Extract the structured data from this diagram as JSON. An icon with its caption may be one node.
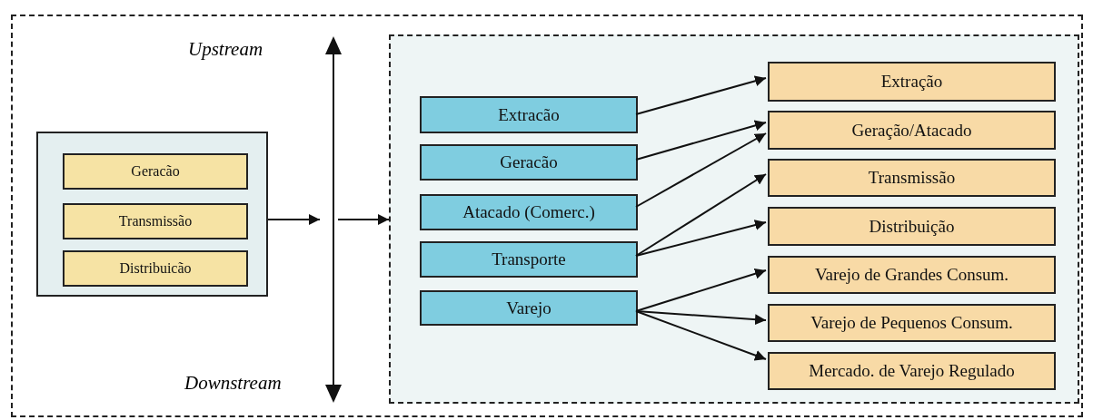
{
  "diagram": {
    "nodes": [
      {
        "text": [],
        "shape": "box"
      },
      {
        "text": [
          "Geracão"
        ],
        "in": 0
      },
      {
        "text": [
          "Transmissão"
        ],
        "in": 0
      },
      {
        "text": [
          "Distribuicão"
        ],
        "in": 0
      },
      {
        "text": [],
        "shape": "box"
      },
      {
        "text": [
          "Extracão"
        ],
        "in": 4
      },
      {
        "text": [
          "Geracão"
        ],
        "in": 4
      },
      {
        "text": [
          "Atacado (Comerc.)"
        ],
        "in": 4
      },
      {
        "text": [
          "Transporte"
        ],
        "in": 4
      },
      {
        "text": [
          "Varejo"
        ],
        "in": 4
      },
      {
        "text": [
          "Extração"
        ],
        "in": 4
      },
      {
        "text": [
          "Geração/Atacado"
        ],
        "in": 4
      },
      {
        "text": [
          "Transmissão"
        ],
        "in": 4
      },
      {
        "text": [
          "Distribuição"
        ],
        "in": 4
      },
      {
        "text": [
          "Varejo de Grandes Consum."
        ],
        "in": 4
      },
      {
        "text": [
          "Varejo de Pequenos Consum."
        ],
        "in": 4
      },
      {
        "text": [
          "Mercado. de Varejo Regulado"
        ],
        "in": 4
      }
    ],
    "edges": [
      {
        "from": 0,
        "to": null,
        "arrow": "to"
      },
      {
        "from": null,
        "to": 4,
        "arrow": "to"
      },
      {
        "from": 5,
        "to": 10,
        "arrow": "to"
      },
      {
        "from": 6,
        "to": 11,
        "arrow": "to"
      },
      {
        "from": 7,
        "to": 11,
        "arrow": "to"
      },
      {
        "from": 8,
        "to": 12,
        "arrow": "to"
      },
      {
        "from": 8,
        "to": 13,
        "arrow": "to"
      },
      {
        "from": 9,
        "to": 14,
        "arrow": "to"
      },
      {
        "from": 9,
        "to": 15,
        "arrow": "to"
      },
      {
        "from": 9,
        "to": 16,
        "arrow": "to"
      }
    ],
    "labels": [
      "Upstream",
      "Downstream"
    ]
  }
}
